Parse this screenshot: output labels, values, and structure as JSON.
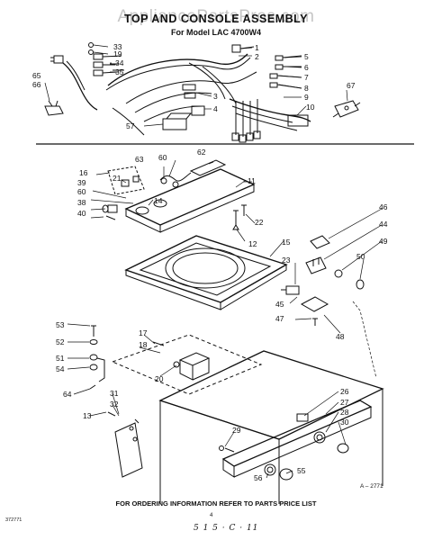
{
  "header": {
    "title": "TOP AND CONSOLE ASSEMBLY",
    "model": "For Model LAC 4700W4",
    "watermark": "AppliancePartsPros.com"
  },
  "callouts": [
    "1",
    "2",
    "3",
    "4",
    "5",
    "6",
    "7",
    "8",
    "9",
    "10",
    "11",
    "12",
    "13",
    "14",
    "15",
    "16",
    "17",
    "18",
    "19",
    "20",
    "21",
    "22",
    "23",
    "26",
    "27",
    "28",
    "29",
    "30",
    "31",
    "32",
    "33",
    "34",
    "35",
    "38",
    "39",
    "40",
    "44",
    "45",
    "46",
    "47",
    "48",
    "49",
    "50",
    "51",
    "52",
    "53",
    "54",
    "55",
    "56",
    "57",
    "60",
    "62",
    "63",
    "64",
    "65",
    "66",
    "67"
  ],
  "footer": {
    "note": "FOR ORDERING INFORMATION REFER TO PARTS PRICE LIST",
    "diagram_id": "A – 2771",
    "part_number": "372771",
    "page": "4",
    "handwritten": "5 1 5 · C · 11"
  }
}
